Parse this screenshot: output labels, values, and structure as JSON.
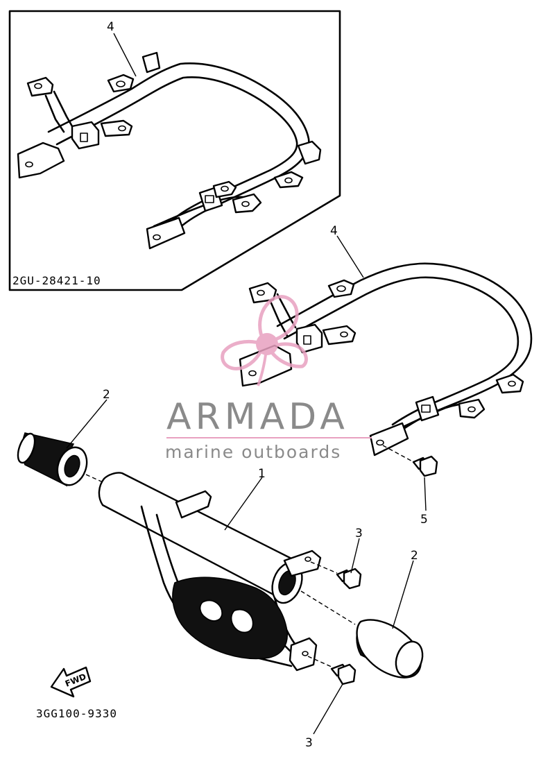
{
  "diagram": {
    "inset_part_number": "2GU-28421-10",
    "main_part_number": "3GG100-9330",
    "callouts": {
      "inset_handle": "4",
      "main_handle": "4",
      "left_cap": "2",
      "main_bar": "1",
      "bolt_upper": "3",
      "right_cap": "2",
      "bolt_right": "5",
      "bolt_lower": "3"
    },
    "fwd_label": "FWD"
  },
  "watermark": {
    "brand": "ARMADA",
    "tagline": "marine outboards",
    "colors": {
      "logo_pink": "#e8a0c0",
      "text_gray": "#8a8a8a",
      "rule_pink": "#e8a0c0"
    }
  }
}
